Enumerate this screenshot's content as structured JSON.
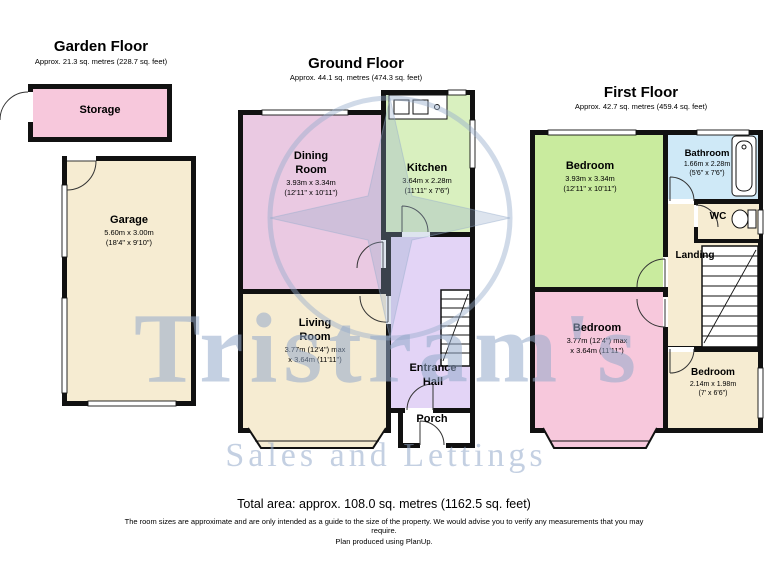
{
  "watermark": {
    "brand": "Tristram's",
    "tagline": "Sales and Lettings",
    "color": "#96aacb"
  },
  "colors": {
    "wall": "#111111",
    "storage": "#f7c8dc",
    "garage": "#f6ecd2",
    "dining": "#eac9e2",
    "kitchen": "#d9f0bf",
    "living": "#f6ecd2",
    "hall": "#e3d4f6",
    "porch": "#ffffff",
    "bedroom1": "#c9eb9e",
    "bathroom": "#cfe9f7",
    "wc": "#f6ecd2",
    "landing": "#f6ecd2",
    "bedroom2": "#f7c8dc",
    "bedroom3": "#f6ecd2"
  },
  "garden_floor": {
    "title": "Garden Floor",
    "subtitle": "Approx. 21.3 sq. metres (228.7 sq. feet)",
    "storage": {
      "name": "Storage"
    },
    "garage": {
      "name": "Garage",
      "dim_m": "5.60m x 3.00m",
      "dim_ft": "(18'4\" x 9'10\")"
    }
  },
  "ground_floor": {
    "title": "Ground Floor",
    "subtitle": "Approx. 44.1 sq. metres (474.3 sq. feet)",
    "dining": {
      "name1": "Dining",
      "name2": "Room",
      "dim_m": "3.93m x 3.34m",
      "dim_ft": "(12'11\" x 10'11\")"
    },
    "kitchen": {
      "name": "Kitchen",
      "dim_m": "3.64m x 2.28m",
      "dim_ft": "(11'11\" x 7'6\")"
    },
    "living": {
      "name1": "Living",
      "name2": "Room",
      "dim1": "3.77m (12'4\") max",
      "dim2": "x 3.64m (11'11\")"
    },
    "hall": {
      "name1": "Entrance",
      "name2": "Hall"
    },
    "porch": {
      "name": "Porch"
    }
  },
  "first_floor": {
    "title": "First Floor",
    "subtitle": "Approx. 42.7 sq. metres (459.4 sq. feet)",
    "bedroom1": {
      "name": "Bedroom",
      "dim_m": "3.93m x 3.34m",
      "dim_ft": "(12'11\" x 10'11\")"
    },
    "bathroom": {
      "name": "Bathroom",
      "dim_m": "1.66m x 2.28m",
      "dim_ft": "(5'6\" x 7'6\")"
    },
    "wc": {
      "name": "WC"
    },
    "landing": {
      "name": "Landing"
    },
    "bedroom2": {
      "name": "Bedroom",
      "dim1": "3.77m (12'4\") max",
      "dim2": "x 3.64m (11'11\")"
    },
    "bedroom3": {
      "name": "Bedroom",
      "dim_m": "2.14m x 1.98m",
      "dim_ft": "(7' x 6'6\")"
    }
  },
  "footer": {
    "total_area": "Total area: approx. 108.0 sq. metres (1162.5 sq. feet)",
    "disclaimer_line1": "The room sizes are approximate and are only intended as a guide to the size of the property. We would advise you to verify any measurements that you may",
    "disclaimer_line2": "require.",
    "produced": "Plan produced using PlanUp."
  },
  "fixtures": [
    "kitchen-sink",
    "bathtub",
    "toilet",
    "stairs",
    "compass-logo"
  ]
}
